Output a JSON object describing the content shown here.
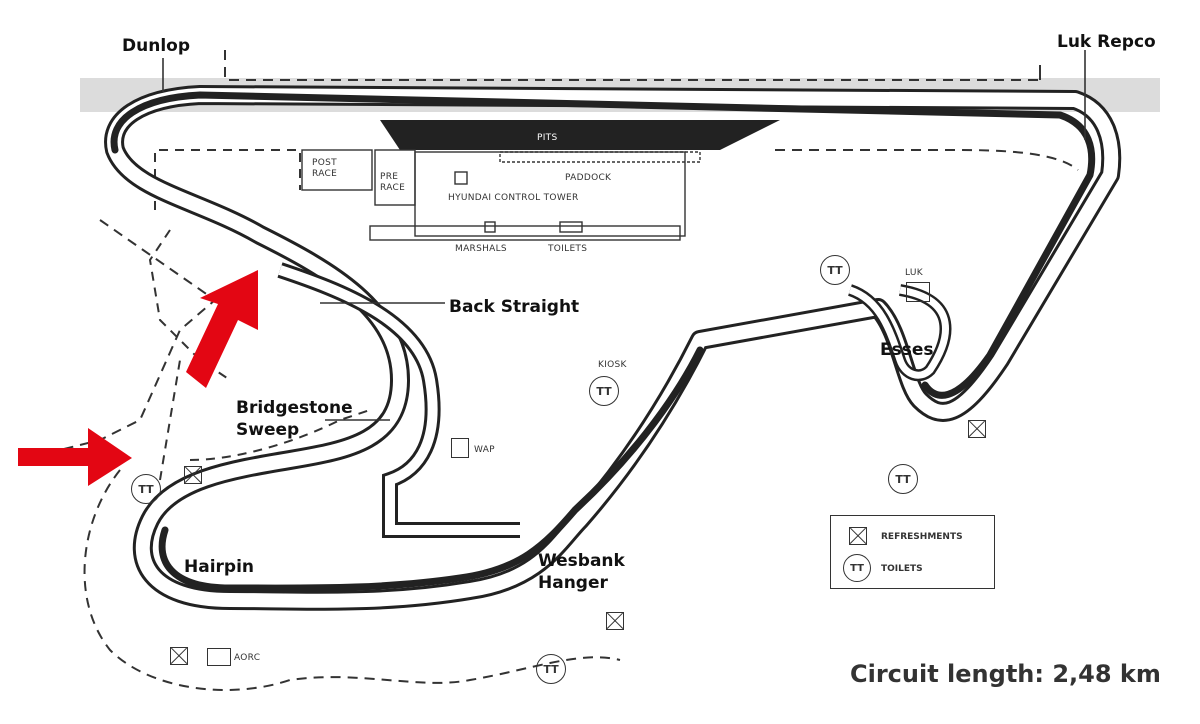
{
  "labels": {
    "dunlop": "Dunlop",
    "luk_repco": "Luk Repco",
    "back_straight": "Back Straight",
    "esses": "Esses",
    "bridgestone": "Bridgestone",
    "sweep": "Sweep",
    "hairpin": "Hairpin",
    "wesbank": "Wesbank",
    "hanger": "Hanger"
  },
  "map_text": {
    "pits": "PITS",
    "paddock": "PADDOCK",
    "control_tower": "HYUNDAI CONTROL TOWER",
    "post": "POST",
    "post_race": "RACE",
    "pre": "PRE",
    "pre_race": "RACE",
    "marshals": "MARSHALS",
    "toilets_area": "TOILETS",
    "kiosk": "KIOSK",
    "wap": "WAP",
    "aorc": "AORC",
    "luk": "LUK",
    "tt": "TT"
  },
  "legend": {
    "refreshments": "REFRESHMENTS",
    "toilets": "TOILETS"
  },
  "footer": {
    "circuit_length": "Circuit length: 2,48 km"
  },
  "colors": {
    "track_edge": "#222222",
    "track_surface": "#ffffff",
    "racing_line": "#222222",
    "arrow": "#e30613",
    "band": "#d9d9d9"
  }
}
